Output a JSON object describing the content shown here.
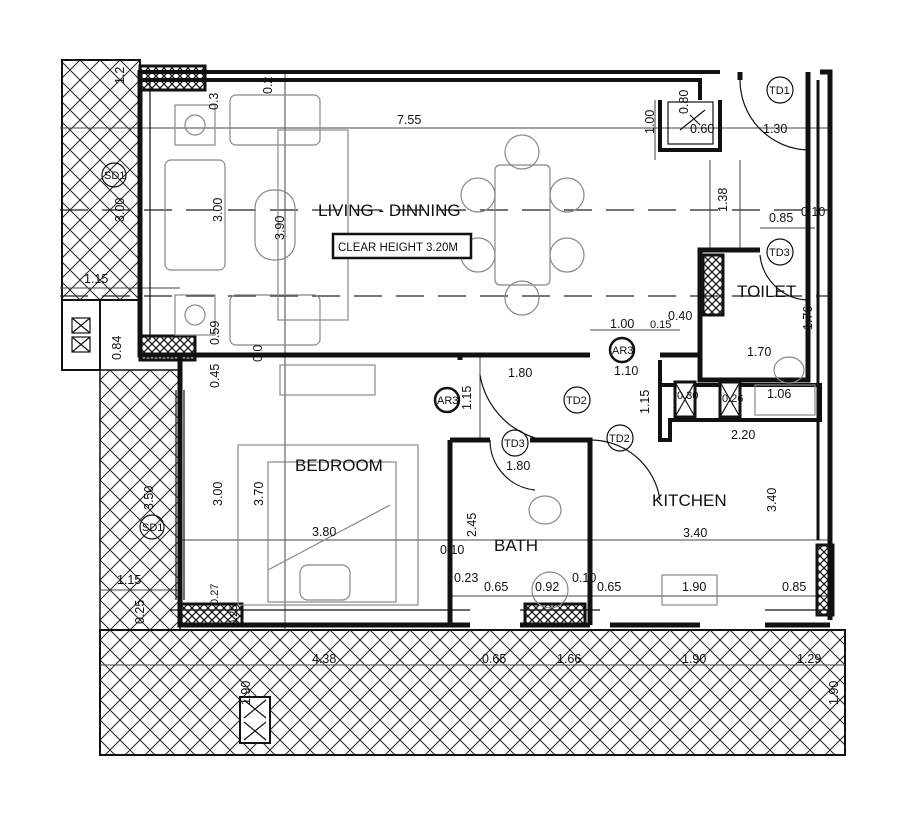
{
  "rooms": {
    "living": "LIVING - DINNING",
    "clear_height": "CLEAR HEIGHT 3.20M",
    "bedroom": "BEDROOM",
    "bath": "BATH",
    "kitchen": "KITCHEN",
    "toilet": "TOILET"
  },
  "tags": [
    "SD1",
    "SD1",
    "AR3",
    "AR3",
    "TD1",
    "TD3",
    "TD2",
    "TD2",
    "TD3"
  ],
  "dimensions": {
    "living": [
      "7.55",
      "3.00",
      "3.00",
      "3.90",
      "0.3",
      "0.2",
      "0.59",
      "0.0",
      "1.15",
      "0.84",
      "1.2"
    ],
    "top_right": [
      "1.00",
      "0.80",
      "0.60",
      "1.30",
      "1.38",
      "0.85",
      "0.10",
      "1.76",
      "1.70",
      "0.40",
      "1.00",
      "0.15",
      "1.10"
    ],
    "middle": [
      "1.80",
      "1.15",
      "1.15",
      "0.30",
      "0.26",
      "1.06",
      "2.20",
      "3.40",
      "3.40",
      "1.80",
      "2.45",
      "0.10"
    ],
    "bedroom": [
      "3.80",
      "3.00",
      "3.70",
      "3.50",
      "1.15",
      "0.25",
      "0.27",
      "0.25",
      "0.45"
    ],
    "bath_row": [
      "0.23",
      "0.65",
      "0.92",
      "0.10",
      "0.65",
      "1.90",
      "0.85"
    ],
    "balcony": [
      "4.38",
      "0.65",
      "1.66",
      "1.90",
      "1.29",
      "1.90",
      "1.90"
    ]
  },
  "colors": {
    "line": "#111111",
    "furniture": "#888888",
    "background": "#ffffff"
  }
}
